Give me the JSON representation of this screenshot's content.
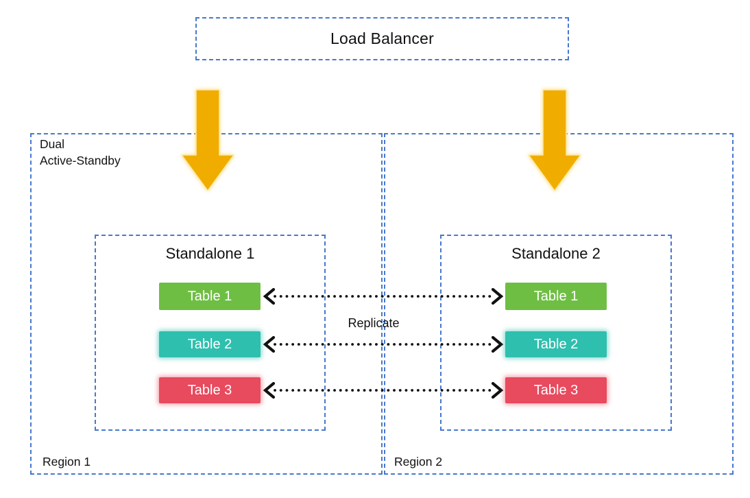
{
  "colors": {
    "border_blue": "#4778CB",
    "arrow_gold": "#F0AD00",
    "arrow_glow": "#FFE8A8",
    "table1_green": "#6FBE44",
    "table2_teal": "#2FBFAE",
    "table3_red": "#E84A5E",
    "arrow_line_black": "#111111",
    "table_text_white": "#FFFFFF"
  },
  "load_balancer": {
    "label": "Load Balancer"
  },
  "cluster_label": {
    "line1": "Dual",
    "line2": "Active-Standby"
  },
  "replicate_label": "Replicate",
  "regions": [
    {
      "label": "Region 1",
      "standalone": {
        "title": "Standalone 1",
        "tables": [
          "Table 1",
          "Table 2",
          "Table 3"
        ]
      }
    },
    {
      "label": "Region 2",
      "standalone": {
        "title": "Standalone 2",
        "tables": [
          "Table 1",
          "Table 2",
          "Table 3"
        ]
      }
    }
  ]
}
